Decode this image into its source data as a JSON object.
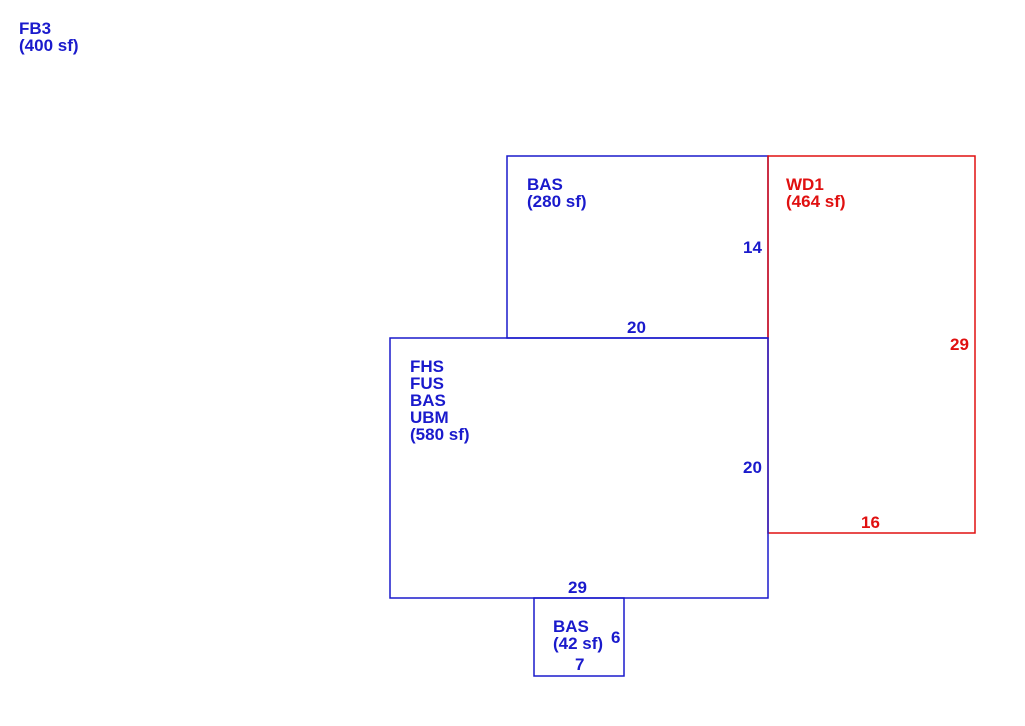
{
  "colors": {
    "primary": "#1a1acc",
    "deck": "#e01010"
  },
  "legend": {
    "code": "FB3",
    "area": "(400 sf)"
  },
  "areas": {
    "bas_upper": {
      "code": "BAS",
      "area": "(280 sf)",
      "dim_right": "14",
      "dim_bottom": "20"
    },
    "wd1": {
      "code": "WD1",
      "area": "(464 sf)",
      "dim_right": "29",
      "dim_bottom": "16"
    },
    "main": {
      "codes": [
        "FHS",
        "FUS",
        "BAS",
        "UBM"
      ],
      "area": "(580 sf)",
      "dim_right": "20",
      "dim_bottom": "29"
    },
    "bas_small": {
      "code": "BAS",
      "area": "(42 sf)",
      "dim_right": "6",
      "dim_bottom": "7"
    }
  }
}
